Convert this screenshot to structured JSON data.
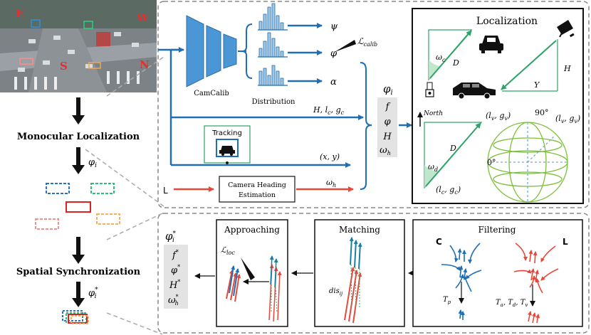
{
  "camera_view": {
    "direction_labels": [
      "E",
      "W",
      "S",
      "N"
    ],
    "colors": {
      "E": "#e03030",
      "W": "#e03030",
      "S": "#e03030",
      "N": "#e03030"
    }
  },
  "left_flow": {
    "step1_label": "Monocular Localization",
    "phi_label": "φ",
    "phi_sub": "i",
    "step2_label": "Spatial Synchronization",
    "phi_star_label": "φ",
    "phi_star_sub": "i",
    "phi_star_sup": "*"
  },
  "top_panel": {
    "network_label": "CamCalib",
    "distribution_label": "Distribution",
    "outputs": [
      "ψ",
      "φ",
      "α"
    ],
    "loss_label": "ℒ",
    "loss_sub": "calib",
    "hlg_label": "H, l",
    "hlg_mid": ", g",
    "hlg_sub": "c",
    "tracking_label": "Tracking",
    "xy_label": "(x, y)",
    "l_input": "L",
    "heading_box_line1": "Camera Heading",
    "heading_box_line2": "Estimation",
    "omega_h": "ω",
    "omega_sub": "h",
    "phi_column_title": "φ",
    "phi_column_title_sub": "i",
    "phi_column_items": [
      "f",
      "φ",
      "H",
      "ω"
    ]
  },
  "localization": {
    "title": "Localization",
    "omega_c": "ω",
    "omega_c_sub": "c",
    "d_label": "D",
    "h_label": "H",
    "y_label": "Y",
    "north_label": "North",
    "lv_gv_label": "(l",
    "lc_gc_label": "(l",
    "omega_d": "ω",
    "omega_d_sub": "d",
    "deg90": "90°",
    "deg0": "0°"
  },
  "bottom_panel": {
    "approaching_title": "Approaching",
    "loss_loc": "ℒ",
    "loss_loc_sub": "loc",
    "matching_title": "Matching",
    "dis_label": "dis",
    "dis_sub": "ij",
    "filtering_title": "Filtering",
    "c_label": "C",
    "l_label": "L",
    "tp_label": "T",
    "tp_sub": "p",
    "tadv_label": "T",
    "star_items": [
      "f",
      "φ",
      "H",
      "ω"
    ],
    "star_title": "φ"
  }
}
